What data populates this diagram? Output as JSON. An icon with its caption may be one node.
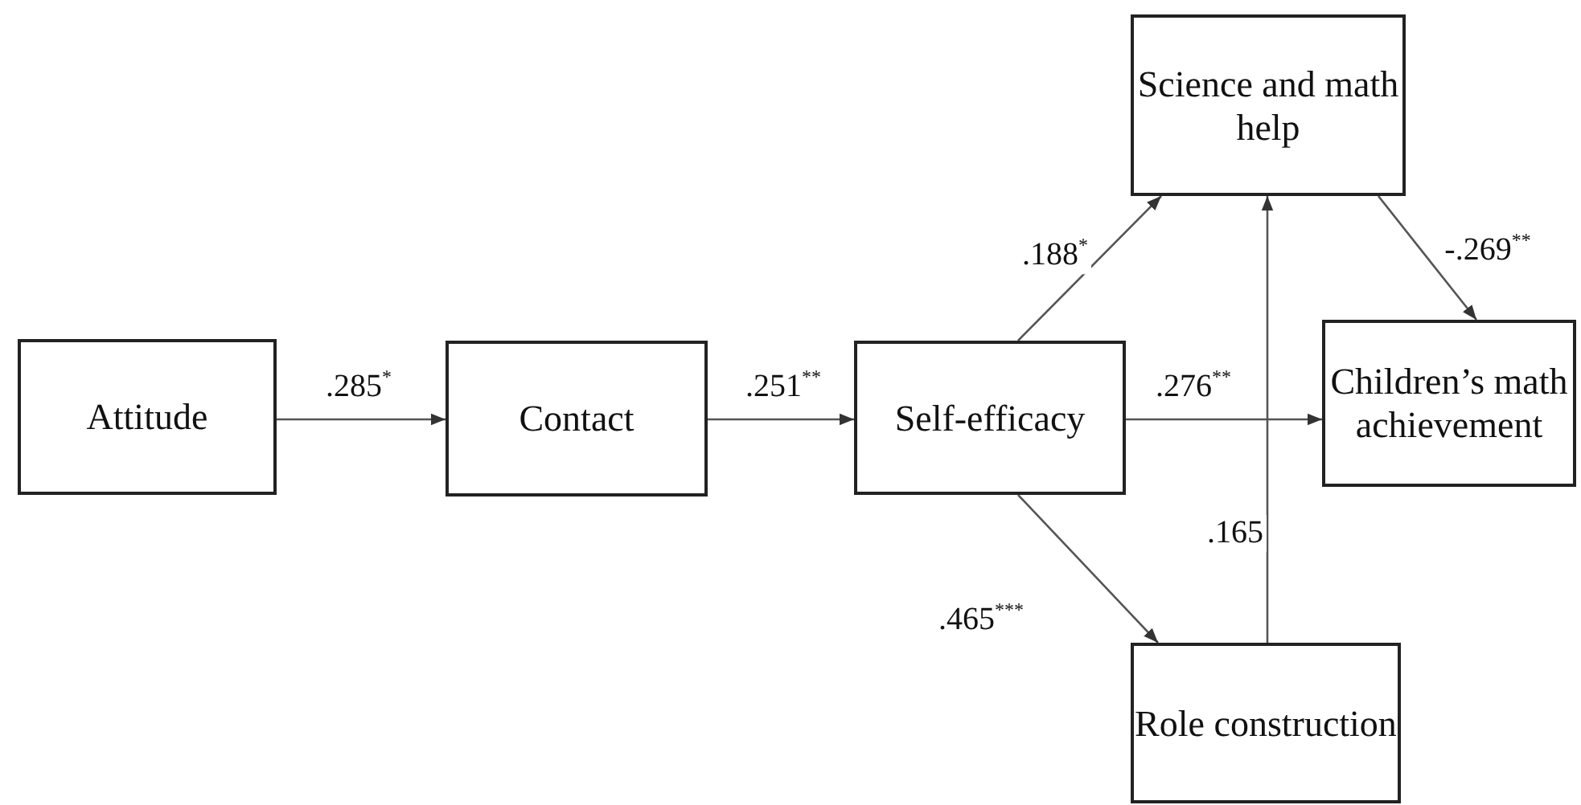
{
  "diagram": {
    "nodes": [
      {
        "text": [
          "Attitude"
        ]
      },
      {
        "text": [
          "Contact"
        ]
      },
      {
        "text": [
          "Self-efficacy"
        ]
      },
      {
        "text": [
          "Science and math help"
        ]
      },
      {
        "text": [
          "Children’s math achievement"
        ]
      },
      {
        "text": [
          "Role construction"
        ]
      }
    ],
    "edges": [
      {
        "from": 0,
        "to": 1,
        "arrow": "to",
        "label": ".285$^{*}$"
      },
      {
        "from": 1,
        "to": 2,
        "arrow": "to",
        "label": ".251$^{**}$"
      },
      {
        "from": 2,
        "to": 3,
        "arrow": "to",
        "label": ".188$^{*}$"
      },
      {
        "from": 2,
        "to": 4,
        "arrow": "to",
        "label": ".276$^{**}$"
      },
      {
        "from": 2,
        "to": 5,
        "arrow": "to",
        "label": ".465$^{***}$"
      },
      {
        "from": 5,
        "to": 3,
        "arrow": "to",
        "label": ".165"
      },
      {
        "from": 3,
        "to": 4,
        "arrow": "to",
        "label": "-.269$^{**}$"
      }
    ]
  }
}
